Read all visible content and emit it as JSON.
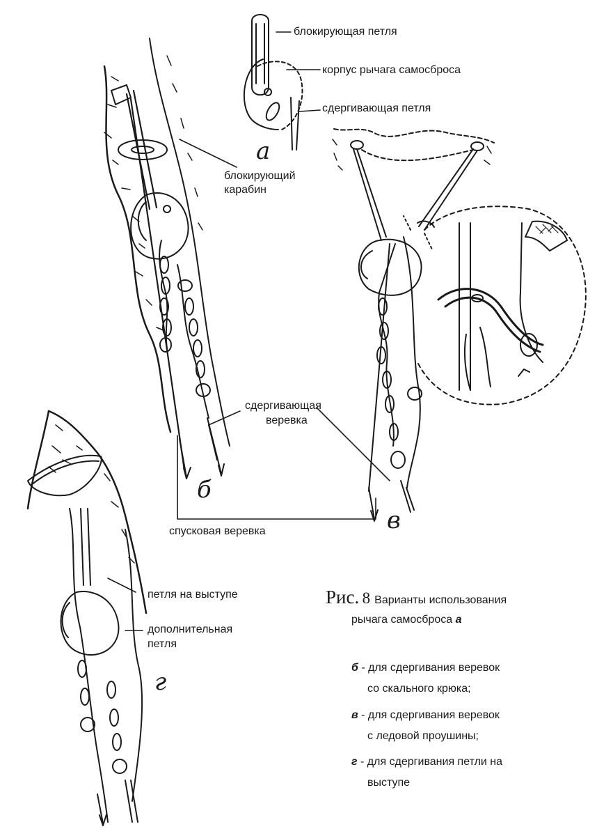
{
  "labels": {
    "blocking_loop": "блокирующая петля",
    "lever_body": "корпус рычага самосброса",
    "pull_loop": "сдергивающая петля",
    "blocking_carabiner_l1": "блокирующий",
    "blocking_carabiner_l2": "карабин",
    "pull_rope_l1": "сдергивающая",
    "pull_rope_l2": "веревка",
    "descent_rope": "спусковая веревка",
    "ledge_loop": "петля на выступе",
    "extra_loop_l1": "дополнительная",
    "extra_loop_l2": "петля"
  },
  "variant_marks": {
    "a": "a",
    "b": "б",
    "v": "в",
    "g": "г"
  },
  "caption": {
    "prefix": "Рис.",
    "number": "8",
    "line1": "Варианты использования",
    "line2": "рычага самосброса",
    "line2_mark": "а"
  },
  "legend": [
    {
      "mark": "б",
      "line1": " - для сдергивания веревок",
      "line2": "со скального крюка;"
    },
    {
      "mark": "в",
      "line1": " - для сдергивания веревок",
      "line2": "с ледовой проушины;"
    },
    {
      "mark": "г",
      "line1": " - для сдергивания петли на",
      "line2": "выступе"
    }
  ]
}
